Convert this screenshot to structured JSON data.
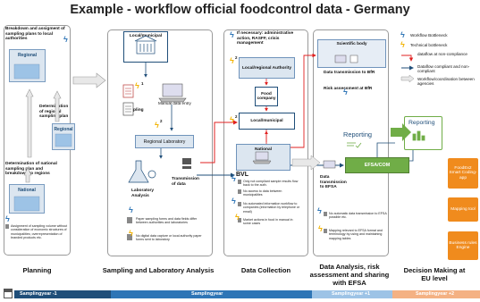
{
  "title": "Example - workflow official foodcontrol data - Germany",
  "columns": {
    "planning": {
      "heading": "Breakdown and assigment of sampling plans to local authorities",
      "regional_top": "Regional",
      "determination_regional": "Determination of regional sampling plan",
      "regional_mid": "Regional",
      "determination_national": "Determination of national sampling plan and breakdown to regions",
      "national": "National",
      "note": "Assignment of sampling volume without consideration of economic structures of municipalities; overrepresentation of branded products etc.",
      "label": "Planning"
    },
    "sampling": {
      "local": "Local/municipal",
      "sampling": "Sampling",
      "manual_entry": "Manual data entry",
      "regional_lab": "Regional Laboratory",
      "lab_analysis": "Laboratory Analysis",
      "transmission": "Transmission of data",
      "note1": "Paper sampling forms and data fields differ between authorities and laboratories",
      "note2": "No digital data capture or local authority paper forms sent to laboratory",
      "label": "Sampling and Laboratory Analysis"
    },
    "collection": {
      "heading": "If necessary: administrative action, RASFF, crisis management",
      "lr_authority": "Local/regional Authority",
      "food_company": "Food company",
      "local": "Local/municipal",
      "national": "National",
      "bvl": "BVL",
      "note1": "Only not compliant sample results flow back to the auth.",
      "note2": "No access to data between municipalities",
      "note3": "No automated information workflow to companies (information by telephone or email)",
      "note4": "Market actions in food in manual in some cases",
      "label": "Data Collection"
    },
    "analysis": {
      "scientific_body": "Scientific body",
      "data_bfr": "Data transmission to BfR",
      "risk_bfr": "Risk assessment at BfR",
      "reporting": "Reporting",
      "data_efsa": "Data transmission to EFSA",
      "efsa_com": "EFSA/COM",
      "note1": "No automatic data transmission to EFSA possible etc.",
      "note2": "Mapping relevant to EFSA format and terminology by using and maintaining mapping tables",
      "label": "Data Analysis, risk assessment and sharing with EFSA"
    },
    "decision": {
      "reporting": "Reporting",
      "label": "Decision Making at EU level",
      "tools": [
        "FoodEx2 Smart Coding-app",
        "Mapping tool",
        "Business rules Engine"
      ]
    }
  },
  "legend": {
    "workflow_bottleneck": "Workflow Bottleneck",
    "technical_bottleneck": "Technical bottleneck",
    "non_compliance": "dataflow at non-compliance",
    "dataflow": "Dataflow compliant and non-compliant",
    "coordination": "Workflow/coordination between agencies"
  },
  "timeline": {
    "seg1": "Samplingyear -1",
    "seg2": "Samplingyear",
    "seg3": "Samplingyear +1",
    "seg4": "Samplingyear +2"
  },
  "numbers": {
    "n1": "1",
    "n2": "2"
  },
  "colors": {
    "dark_blue": "#1f4e79",
    "mid_blue": "#2e75b6",
    "light_blue": "#9dc3e6",
    "green": "#70ad47",
    "orange": "#f08b1d",
    "red": "#e02020",
    "gray_arrow": "#c8c8c8"
  }
}
